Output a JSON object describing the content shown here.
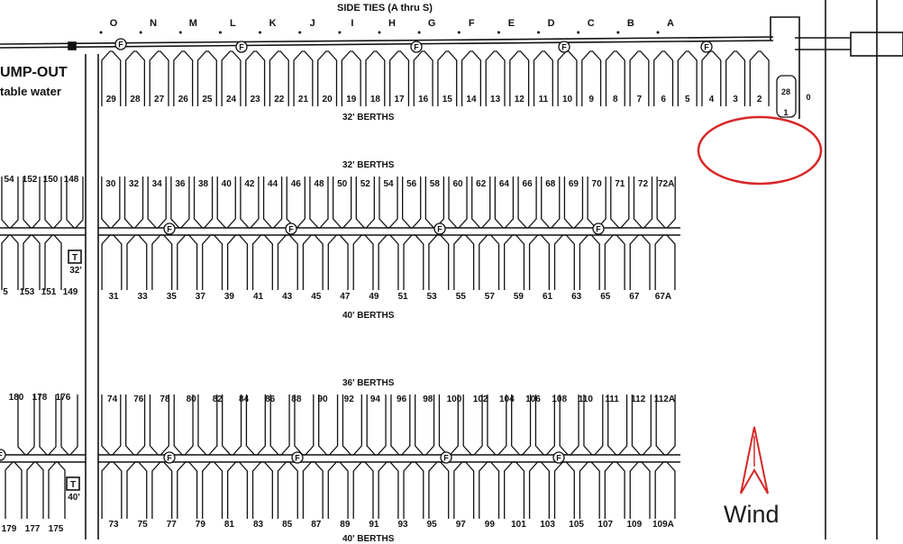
{
  "header": {
    "title": "SIDE TIES (A thru S)"
  },
  "side_ties": [
    "O",
    "N",
    "M",
    "L",
    "K",
    "J",
    "I",
    "H",
    "G",
    "F",
    "E",
    "D",
    "C",
    "B",
    "A"
  ],
  "left_notes": {
    "pumpout": "UMP-OUT",
    "water": "table water"
  },
  "sections": [
    {
      "label": "32' BERTHS",
      "numbers": [
        "29",
        "28",
        "27",
        "26",
        "25",
        "24",
        "23",
        "22",
        "21",
        "20",
        "19",
        "18",
        "17",
        "16",
        "15",
        "14",
        "13",
        "12",
        "11",
        "10",
        "9",
        "8",
        "7",
        "6",
        "5",
        "4",
        "3",
        "2"
      ]
    },
    {
      "label": "32' BERTHS",
      "numbers": [
        "30",
        "32",
        "34",
        "36",
        "38",
        "40",
        "42",
        "44",
        "46",
        "48",
        "50",
        "52",
        "54",
        "56",
        "58",
        "60",
        "62",
        "64",
        "66",
        "68",
        "69",
        "70",
        "71",
        "72",
        "72A"
      ]
    },
    {
      "label": "40' BERTHS",
      "numbers": [
        "31",
        "33",
        "35",
        "37",
        "39",
        "41",
        "43",
        "45",
        "47",
        "49",
        "51",
        "53",
        "55",
        "57",
        "59",
        "61",
        "63",
        "65",
        "67",
        "67A"
      ]
    },
    {
      "label": "36' BERTHS",
      "numbers": [
        "74",
        "76",
        "78",
        "80",
        "82",
        "84",
        "86",
        "88",
        "90",
        "92",
        "94",
        "96",
        "98",
        "100",
        "102",
        "104",
        "106",
        "108",
        "110",
        "111",
        "112",
        "112A"
      ]
    },
    {
      "label": "40' BERTHS",
      "numbers": [
        "73",
        "75",
        "77",
        "79",
        "81",
        "83",
        "85",
        "87",
        "89",
        "91",
        "93",
        "95",
        "97",
        "99",
        "101",
        "103",
        "105",
        "107",
        "109",
        "109A"
      ]
    }
  ],
  "end_tie": {
    "top": "28",
    "bottom": "1",
    "side": "0"
  },
  "left_rows": {
    "row2": [
      "54",
      "152",
      "150",
      "148"
    ],
    "row3": [
      "5",
      "153",
      "151",
      "149"
    ],
    "row4": [
      "180",
      "178",
      "176"
    ],
    "row5": [
      "179",
      "177",
      "175"
    ]
  },
  "left_markers": {
    "t1": "T",
    "t1_size": "32'",
    "t2": "T",
    "t2_size": "40'"
  },
  "fuel_marker": "F",
  "annotation": {
    "color": "#d62828"
  },
  "wind": {
    "label": "Wind",
    "arrow_color": "#d62828"
  }
}
